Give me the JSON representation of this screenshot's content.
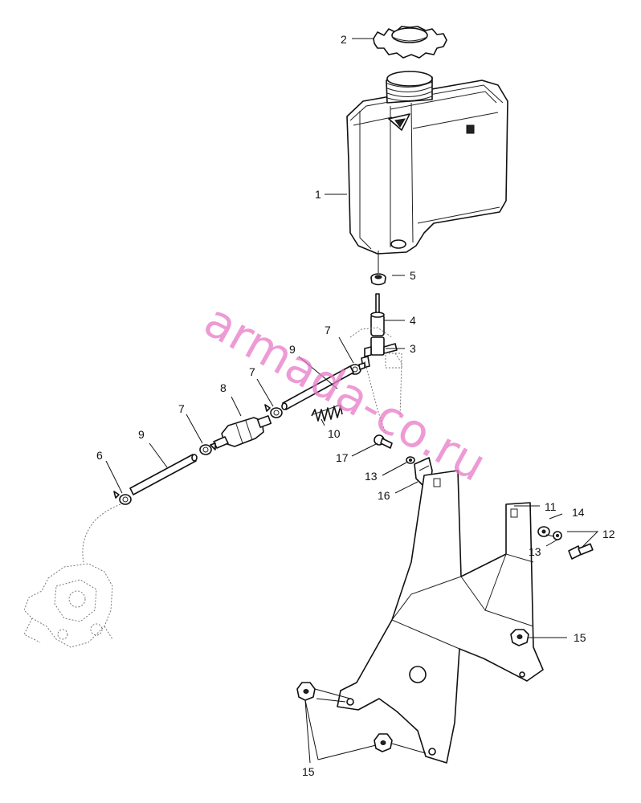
{
  "watermark": "armada-co.ru",
  "callouts": {
    "c1": "1",
    "c2": "2",
    "c3": "3",
    "c4": "4",
    "c5": "5",
    "c6": "6",
    "c7a": "7",
    "c7b": "7",
    "c7c": "7",
    "c8": "8",
    "c9a": "9",
    "c9b": "9",
    "c10": "10",
    "c11": "11",
    "c12": "12",
    "c13a": "13",
    "c13b": "13",
    "c14": "14",
    "c15a": "15",
    "c15b": "15",
    "c16": "16",
    "c17": "17"
  }
}
